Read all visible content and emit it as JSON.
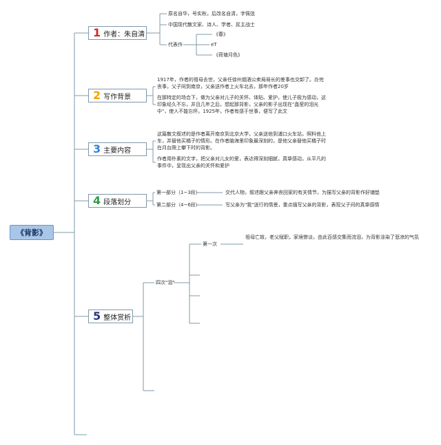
{
  "root": {
    "label": "《背影》"
  },
  "topics": [
    {
      "num": "1",
      "color": "#d62828",
      "label": "作者：朱自清"
    },
    {
      "num": "2",
      "color": "#f4a300",
      "label": "写作背景"
    },
    {
      "num": "3",
      "color": "#2e86de",
      "label": "主要内容"
    },
    {
      "num": "4",
      "color": "#2e9e46",
      "label": "段落划分"
    },
    {
      "num": "5",
      "color": "#2a3580",
      "label": "整体赏析"
    }
  ],
  "author": {
    "line1": "原名自华，号实秋，后改名自清，字佩弦",
    "line2": "中国现代散文家、诗人、学者、民主战士",
    "works_label": "代表作",
    "works": [
      "《春》",
      "eT",
      "《荷塘月色》"
    ]
  },
  "background": {
    "p1": "1917年，作者的祖母去世，父亲任徐州烟酒公卖局局长的差事也交卸了。办完丧事，父子同到南京，父亲送作者上火车北去，那年作者20岁",
    "p2": "在那特定的场合下，做为父亲对儿子的关怀、体贴、爱护，使儿子极为感动，这印象经久不忘，并且几年之后，想起那背影，父亲的影子出现在\"晶莹的泪光中\"，使人不能忘怀。1925年，作者有感于世事，便写了此文"
  },
  "content": {
    "p1": "这篇散文叙述的是作者离开南京到北京大学，父亲送他到浦口火车站，照料他上车，并替他买橘子的情形。在作者脑海里印象最深刻的，是他父亲替他买橘子时在月台爬上攀下时的背影。",
    "p2": "作者用朴素的文字，把父亲对儿女的爱，表达得深刻细腻，真挚感动，从平凡的事件中，呈现出父亲的关怀和爱护"
  },
  "sections": [
    {
      "label": "第一部分（1~3段）",
      "desc": "交代人物，叙述跟父亲奔丧回家的有关情节，为描写父亲的背影作好铺垫"
    },
    {
      "label": "第二部分（4~6段）",
      "desc": "写父亲为\"我\"送行的情景，重点描写父亲的背影，表现父子间的真挚感情"
    }
  ],
  "analysis": {
    "label": "四次\"泪\"",
    "first_label": "第一次",
    "first_desc": "祖母亡故，老父赋职，家境惨淡，由此百感交集而流泪，为背影涂染了悲凉的气氛"
  }
}
